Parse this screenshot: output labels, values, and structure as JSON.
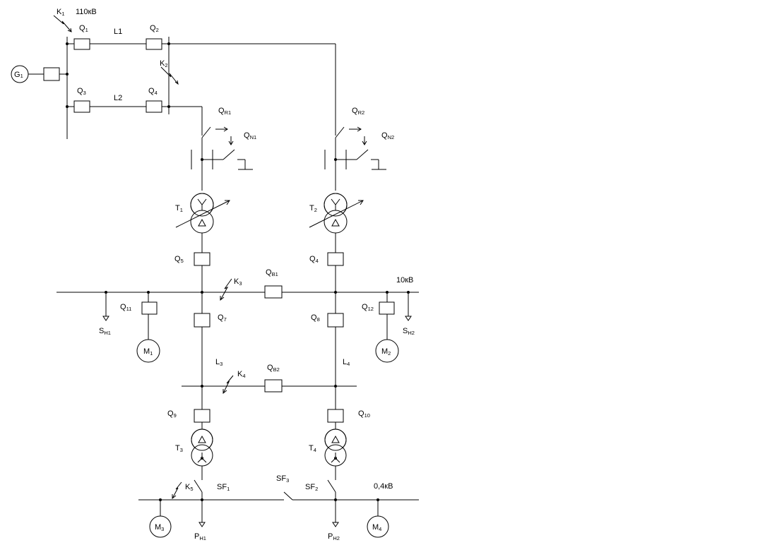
{
  "labels": {
    "k1": {
      "base": "K",
      "sub": "1"
    },
    "v110": {
      "base": "110кВ",
      "sub": ""
    },
    "q1": {
      "base": "Q",
      "sub": "1"
    },
    "l1": {
      "base": "L1",
      "sub": ""
    },
    "q2": {
      "base": "Q",
      "sub": "2"
    },
    "g1": {
      "base": "G",
      "sub": "1"
    },
    "k2": {
      "base": "K",
      "sub": "2"
    },
    "q3": {
      "base": "Q",
      "sub": "3"
    },
    "l2": {
      "base": "L2",
      "sub": ""
    },
    "q4top": {
      "base": "Q",
      "sub": "4"
    },
    "qr1": {
      "base": "Q",
      "sub": "R1"
    },
    "qn1": {
      "base": "Q",
      "sub": "N1"
    },
    "qr2": {
      "base": "Q",
      "sub": "R2"
    },
    "qn2": {
      "base": "Q",
      "sub": "N2"
    },
    "t1": {
      "base": "T",
      "sub": "1"
    },
    "t2": {
      "base": "T",
      "sub": "2"
    },
    "q5": {
      "base": "Q",
      "sub": "5"
    },
    "q4": {
      "base": "Q",
      "sub": "4"
    },
    "k3": {
      "base": "K",
      "sub": "3"
    },
    "qb1": {
      "base": "Q",
      "sub": "B1"
    },
    "v10": {
      "base": "10кВ",
      "sub": ""
    },
    "q11": {
      "base": "Q",
      "sub": "11"
    },
    "q7": {
      "base": "Q",
      "sub": "7"
    },
    "q8": {
      "base": "Q",
      "sub": "8"
    },
    "q12": {
      "base": "Q",
      "sub": "12"
    },
    "sh1": {
      "base": "S",
      "sub": "H1"
    },
    "sh2": {
      "base": "S",
      "sub": "H2"
    },
    "m1": {
      "base": "M",
      "sub": "1"
    },
    "m2": {
      "base": "M",
      "sub": "2"
    },
    "l3": {
      "base": "L",
      "sub": "3"
    },
    "k4": {
      "base": "K",
      "sub": "4"
    },
    "qb2": {
      "base": "Q",
      "sub": "B2"
    },
    "l4": {
      "base": "L",
      "sub": "4"
    },
    "q9": {
      "base": "Q",
      "sub": "9"
    },
    "q10": {
      "base": "Q",
      "sub": "10"
    },
    "t3": {
      "base": "T",
      "sub": "3"
    },
    "t4": {
      "base": "T",
      "sub": "4"
    },
    "k5": {
      "base": "K",
      "sub": "5"
    },
    "sf1": {
      "base": "SF",
      "sub": "1"
    },
    "sf3": {
      "base": "SF",
      "sub": "3"
    },
    "sf2": {
      "base": "SF",
      "sub": "2"
    },
    "v04": {
      "base": "0,4кВ",
      "sub": ""
    },
    "m3": {
      "base": "M",
      "sub": "3"
    },
    "m4": {
      "base": "M",
      "sub": "4"
    },
    "ph1": {
      "base": "P",
      "sub": "H1"
    },
    "ph2": {
      "base": "P",
      "sub": "H2"
    }
  }
}
